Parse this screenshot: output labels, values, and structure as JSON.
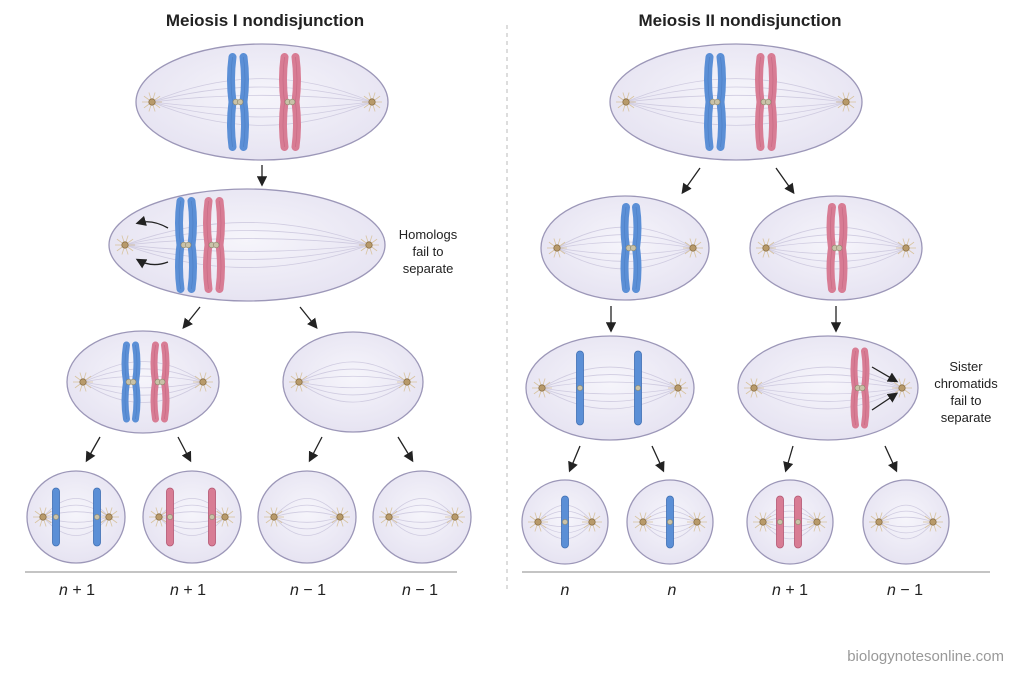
{
  "panels": {
    "meiosis1": {
      "title": "Meiosis I nondisjunction",
      "annotation": [
        "Homologs",
        "fail to",
        "separate"
      ],
      "outcomes": [
        {
          "n": "n",
          "suffix": "+ 1"
        },
        {
          "n": "n",
          "suffix": "+ 1"
        },
        {
          "n": "n",
          "suffix": "− 1"
        },
        {
          "n": "n",
          "suffix": "− 1"
        }
      ]
    },
    "meiosis2": {
      "title": "Meiosis II nondisjunction",
      "annotation": [
        "Sister",
        "chromatids",
        "fail to",
        "separate"
      ],
      "outcomes": [
        {
          "n": "n",
          "suffix": ""
        },
        {
          "n": "n",
          "suffix": ""
        },
        {
          "n": "n",
          "suffix": "+ 1"
        },
        {
          "n": "n",
          "suffix": "− 1"
        }
      ]
    }
  },
  "watermark": "biologynotesonline.com",
  "colors": {
    "cell_fill": "#eeecf7",
    "cell_stroke": "#9c97b8",
    "blue_chromosome": "#5b8fd6",
    "pink_chromosome": "#d87c94",
    "centrosome": "#b89a6a"
  }
}
